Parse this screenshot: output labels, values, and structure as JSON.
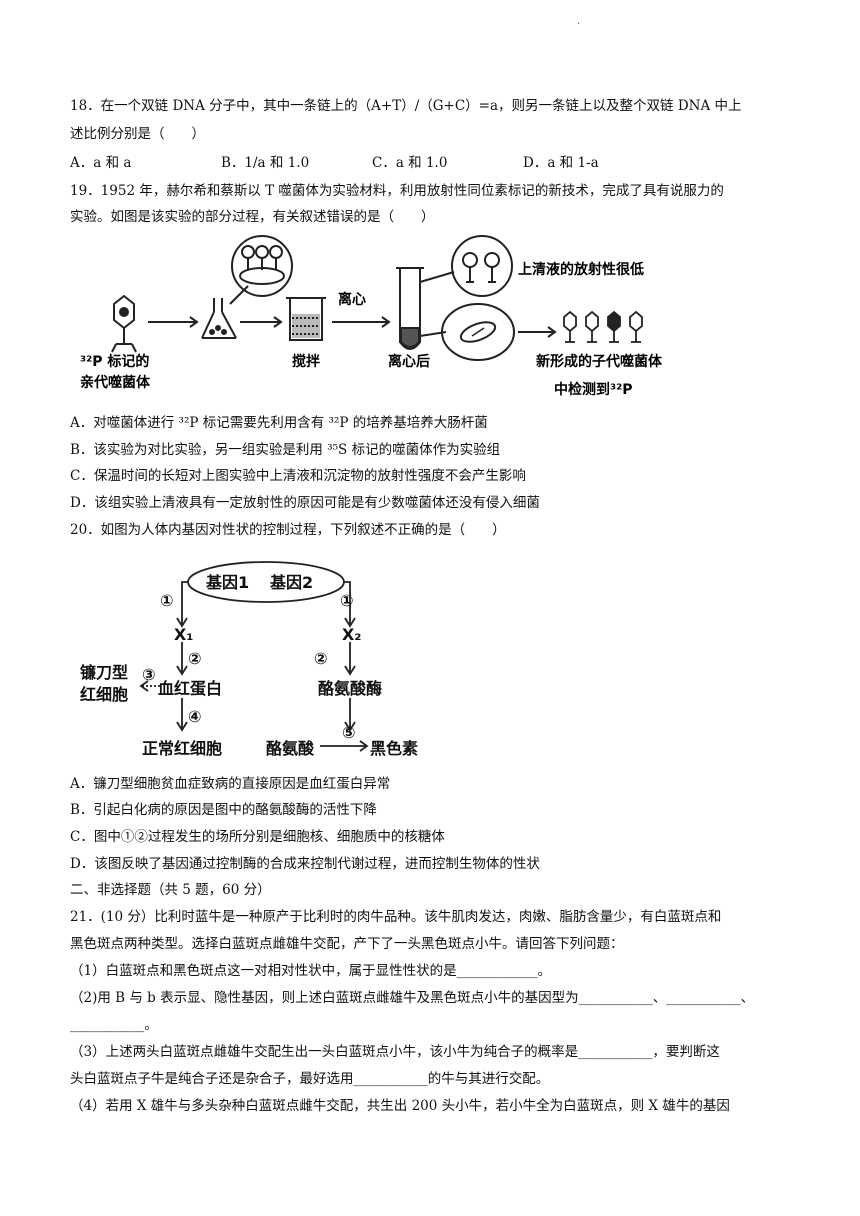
{
  "header_mark": ".",
  "q18": {
    "line1": "18．在一个双链 DNA 分子中，其中一条链上的（A+T）/（G+C）=a，则另一条链上以及整个双链 DNA 中上",
    "line2": "述比例分别是（　　）",
    "options": [
      "A．a 和 a",
      "B．1/a 和 1.0",
      "C．a 和 1.0",
      "D．a 和 1-a"
    ]
  },
  "q19": {
    "line1": "19．1952 年，赫尔希和蔡斯以 T 噬菌体为实验材料，利用放射性同位素标记的新技术，完成了具有说服力的",
    "line2": "实验。如图是该实验的部分过程，有关叙述错误的是（　　）",
    "figure": {
      "label_left_1": "³²P 标记的",
      "label_left_2": "亲代噬菌体",
      "label_stir": "搅拌",
      "label_centrifuge": "离心",
      "label_after": "离心后",
      "label_supernatant": "上清液的放射性很低",
      "label_progeny_1": "新形成的子代噬菌体",
      "label_progeny_2": "中检测到³²P"
    },
    "options": [
      "A．对噬菌体进行 ³²P 标记需要先利用含有 ³²P 的培养基培养大肠杆菌",
      "B．该实验为对比实验，另一组实验是利用 ³⁵S 标记的噬菌体作为实验组",
      "C．保温时间的长短对上图实验中上清液和沉淀物的放射性强度不会产生影响",
      "D．该组实验上清液具有一定放射性的原因可能是有少数噬菌体还没有侵入细菌"
    ]
  },
  "q20": {
    "line1": "20．如图为人体内基因对性状的控制过程，下列叙述不正确的是（　　）",
    "figure": {
      "gene1": "基因1",
      "gene2": "基因2",
      "x1": "X₁",
      "x2": "X₂",
      "step1": "①",
      "step2": "②",
      "step3": "③",
      "step4": "④",
      "step5": "⑤",
      "hemoglobin": "血红蛋白",
      "sickle_1": "镰刀型",
      "sickle_2": "红细胞",
      "normal_rbc": "正常红细胞",
      "tyrosinase": "酪氨酸酶",
      "tyrosine": "酪氨酸",
      "melanin": "黑色素"
    },
    "options": [
      "A．镰刀型细胞贫血症致病的直接原因是血红蛋白异常",
      "B．引起白化病的原因是图中的酪氨酸酶的活性下降",
      "C．图中①②过程发生的场所分别是细胞核、细胞质中的核糖体",
      "D．该图反映了基因通过控制酶的合成来控制代谢过程，进而控制生物体的性状"
    ]
  },
  "section2": "二、非选择题（共 5 题，60 分）",
  "q21": {
    "line1": "21．(10 分）比利时蓝牛是一种原产于比利时的肉牛品种。该牛肌肉发达，肉嫩、脂肪含量少，有白蓝斑点和",
    "line2": "黑色斑点两种类型。选择白蓝斑点雌雄牛交配，产下了一头黑色斑点小牛。请回答下列问题：",
    "p1": "（1）白蓝斑点和黑色斑点这一对相对性状中，属于显性性状的是____________。",
    "p2a": "（2)用 B 与 b 表示显、隐性基因，则上述白蓝斑点雌雄牛及黑色斑点小牛的基因型为___________、___________、",
    "p2b": "___________。",
    "p3a": "（3）上述两头白蓝斑点雌雄牛交配生出一头白蓝斑点小牛，该小牛为纯合子的概率是___________，要判断这",
    "p3b": "头白蓝斑点子牛是纯合子还是杂合子，最好选用___________的牛与其进行交配。",
    "p4": "（4）若用 X 雄牛与多头杂种白蓝斑点雌牛交配，共生出 200 头小牛，若小牛全为白蓝斑点，则 X 雄牛的基因"
  }
}
